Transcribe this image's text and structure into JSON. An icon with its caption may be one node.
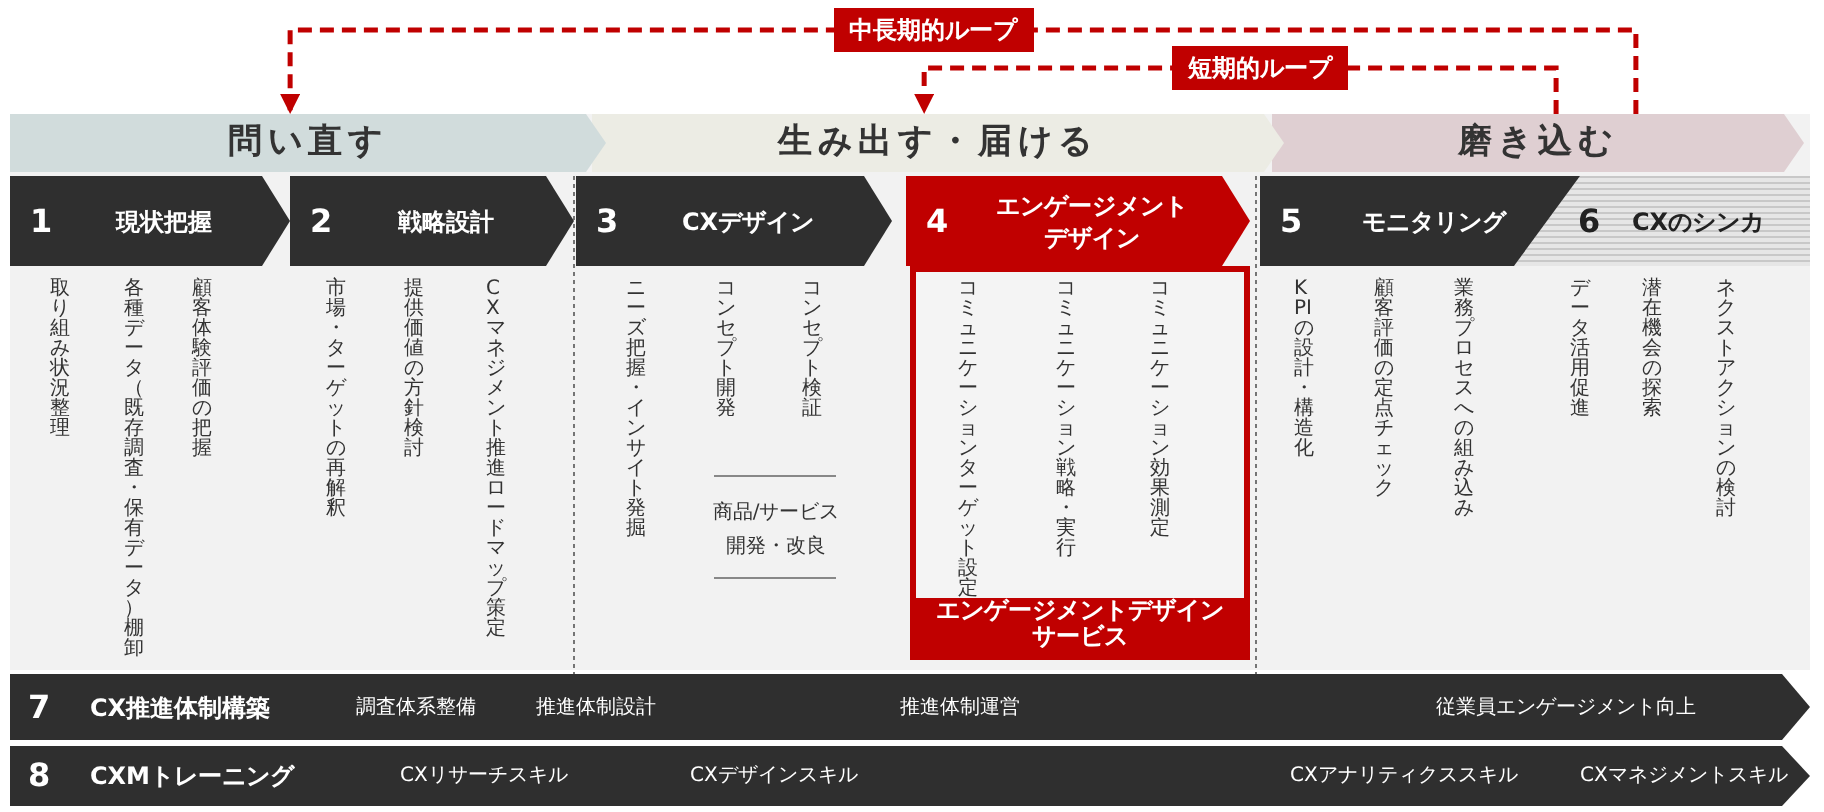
{
  "diagram": {
    "nodes": [
      {
        "text": [
          "問い直す"
        ]
      },
      {
        "text": [
          "生み出す・届ける"
        ]
      },
      {
        "text": [
          "磨き込む"
        ]
      },
      {
        "text": [
          "1",
          "現状把握"
        ],
        "beside": [
          "取り組み状況整理",
          "各種データ（既存調査・保有データ）棚卸",
          "顧客体験評価の把握"
        ]
      },
      {
        "text": [
          "2",
          "戦略設計"
        ],
        "beside": [
          "市場・ターゲットの再解釈",
          "提供価値の方針検討",
          "CXマネジメント推進ロードマップ策定"
        ]
      },
      {
        "text": [
          "3",
          "CXデザイン"
        ],
        "beside": [
          "ニーズ把握・インサイト発掘",
          "コンセプト開発",
          "コンセプト検証",
          "商品/サービス",
          "開発・改良"
        ]
      },
      {
        "text": [
          "4",
          "エンゲージメントデザイン"
        ]
      },
      {
        "text": [
          "5",
          "モニタリング"
        ],
        "beside": [
          "KPIの設計・構造化",
          "顧客評価の定点チェック",
          "業務プロセスへの組み込み"
        ]
      },
      {
        "text": [
          "6",
          "CXのシンカ"
        ],
        "beside": [
          "データ活用促進",
          "潜在機会の探索",
          "ネクストアクションの検討"
        ]
      },
      {
        "text": [
          "コミュニケーションターゲット設定",
          "コミュニケーション戦略・実行",
          "コミュニケーション効果測定",
          "エンゲージメントデザインサービス"
        ]
      },
      {
        "text": [
          "7",
          "CX推進体制構築",
          "調査体系整備",
          "推進体制設計",
          "推進体制運営",
          "従業員エンゲージメント向上"
        ]
      },
      {
        "text": [
          "8",
          "CXMトレーニング",
          "CXリサーチスキル",
          "CXデザインスキル",
          "CXアナリティクススキル",
          "CXマネジメントスキル"
        ]
      }
    ],
    "edges": [
      {
        "from": 2,
        "to": 0,
        "arrow": "to",
        "label": "中長期的ループ",
        "style": "dashed"
      },
      {
        "from": 2,
        "to": 1,
        "arrow": "to",
        "label": "短期的ループ",
        "style": "dashed"
      }
    ]
  }
}
